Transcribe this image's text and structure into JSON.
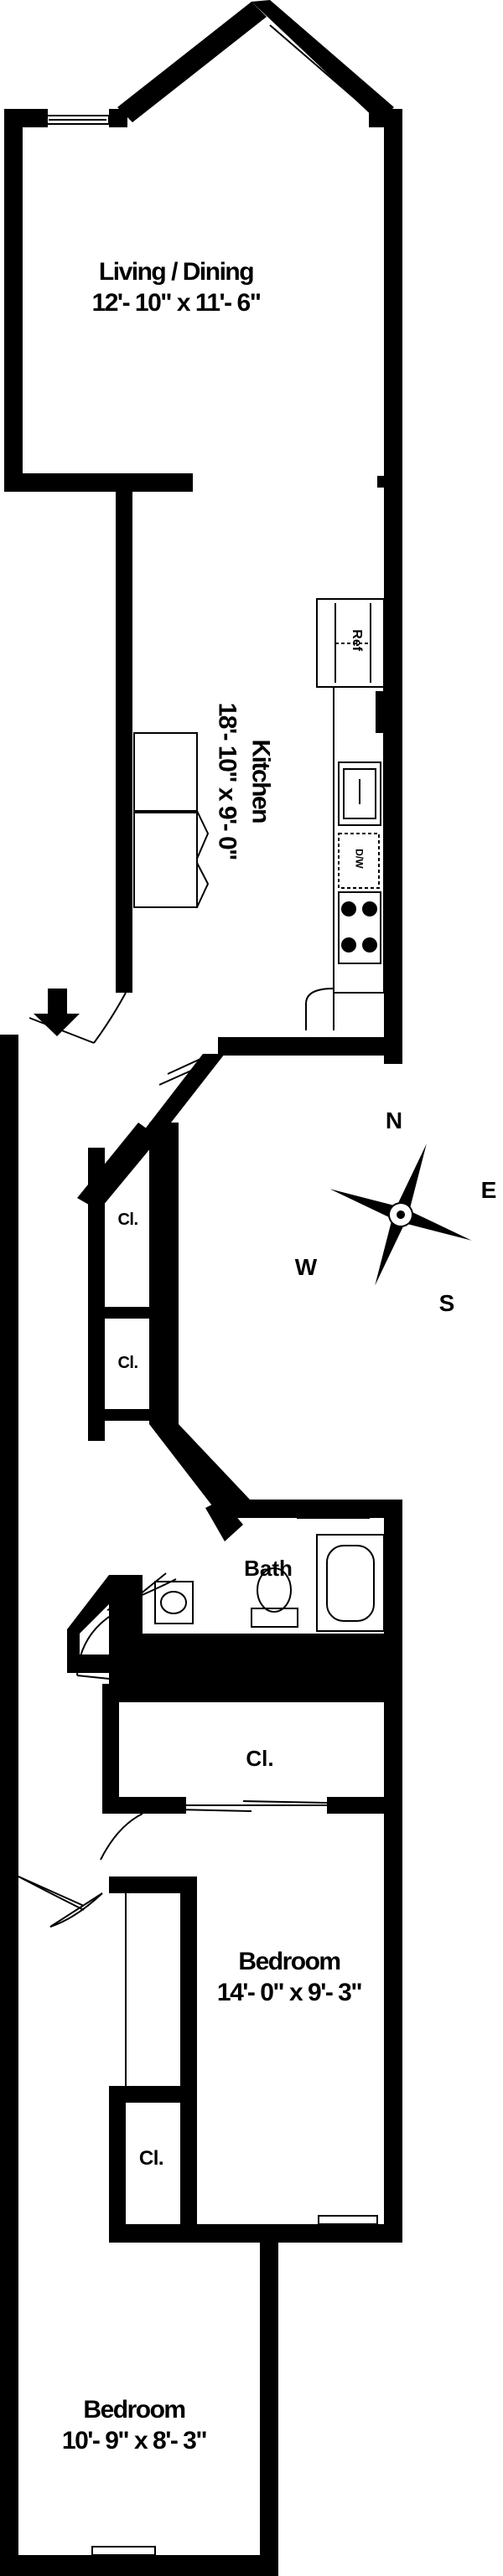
{
  "rooms": {
    "living": {
      "name": "Living / Dining",
      "dimensions": "12'- 10\" x 11'- 6\""
    },
    "kitchen": {
      "name": "Kitchen",
      "dimensions": "18'- 10\" x 9'- 0\""
    },
    "bath": {
      "name": "Bath"
    },
    "bedroom1": {
      "name": "Bedroom",
      "dimensions": "14'- 0\" x 9'- 3\""
    },
    "bedroom2": {
      "name": "Bedroom",
      "dimensions": "10'- 9\" x 8'- 3\""
    }
  },
  "closets": {
    "hall_top": "Cl.",
    "hall_bottom": "Cl.",
    "bath_side": "Cl.",
    "bedroom_top": "Cl.",
    "bedroom_side": "Cl."
  },
  "appliances": {
    "fridge": "Ref",
    "dishwasher": "D/W"
  },
  "compass": {
    "north": "N",
    "east": "E",
    "south": "S",
    "west": "W"
  },
  "colors": {
    "wall": "#000000",
    "background": "#ffffff"
  }
}
